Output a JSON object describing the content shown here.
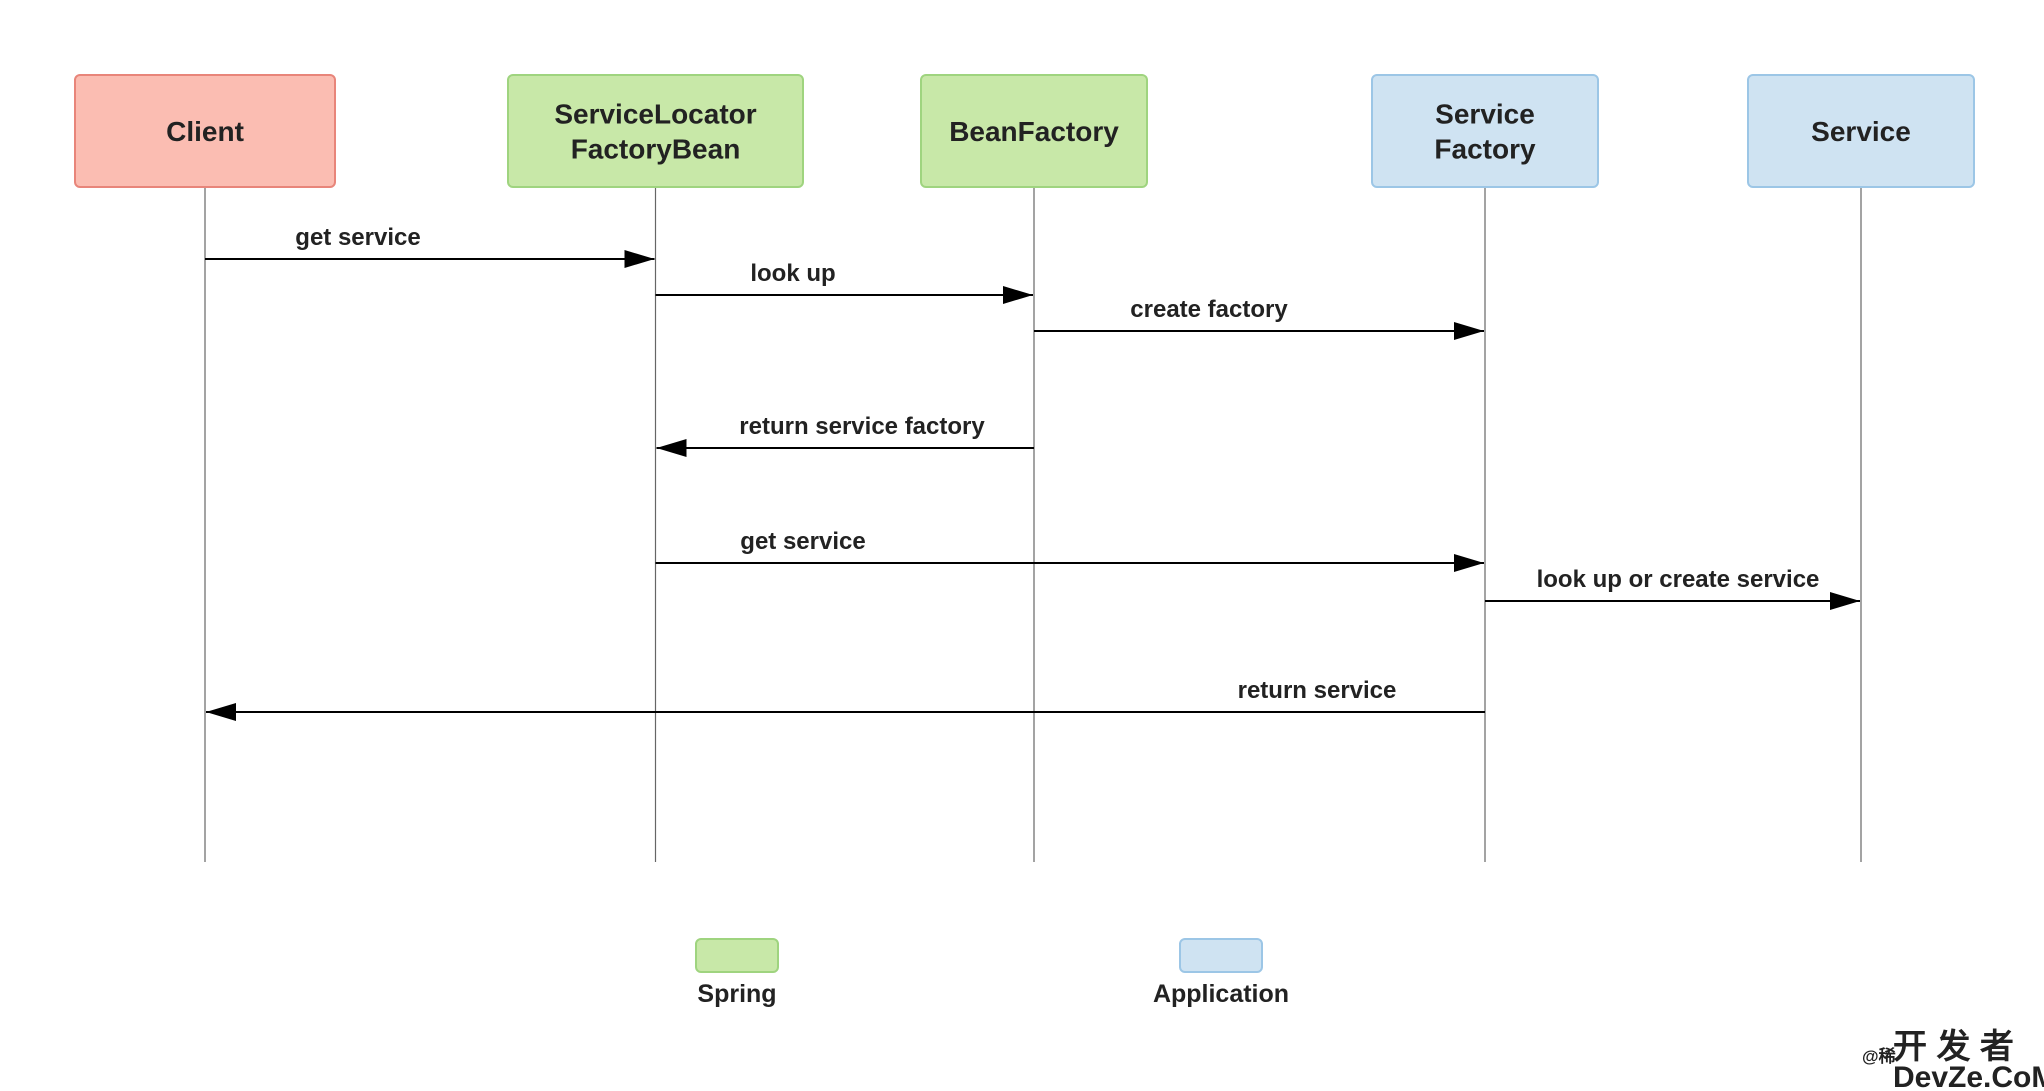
{
  "colors": {
    "spring_fill": "#c8e8a8",
    "spring_stroke": "#9fd47f",
    "app_fill": "#cfe3f2",
    "app_stroke": "#9cc6e6",
    "client_fill": "#fbbdb2",
    "client_stroke": "#e8857a",
    "line": "#000000",
    "lifeline": "#666666"
  },
  "participants": [
    {
      "id": "client",
      "lines": [
        "Client"
      ],
      "group": "client"
    },
    {
      "id": "locator",
      "lines": [
        "ServiceLocator",
        "FactoryBean"
      ],
      "group": "spring"
    },
    {
      "id": "beanfactory",
      "lines": [
        "BeanFactory"
      ],
      "group": "spring"
    },
    {
      "id": "servicefactory",
      "lines": [
        "Service",
        "Factory"
      ],
      "group": "application"
    },
    {
      "id": "service",
      "lines": [
        "Service"
      ],
      "group": "application"
    }
  ],
  "messages": [
    {
      "label": "get service",
      "from": "client",
      "to": "locator"
    },
    {
      "label": "look up",
      "from": "locator",
      "to": "beanfactory"
    },
    {
      "label": "create factory",
      "from": "beanfactory",
      "to": "servicefactory"
    },
    {
      "label": "return service factory",
      "from": "beanfactory",
      "to": "locator"
    },
    {
      "label": "get service",
      "from": "locator",
      "to": "servicefactory"
    },
    {
      "label": "look up or create service",
      "from": "servicefactory",
      "to": "service"
    },
    {
      "label": "return service",
      "from": "servicefactory",
      "to": "client"
    }
  ],
  "legend": [
    {
      "label": "Spring",
      "group": "spring"
    },
    {
      "label": "Application",
      "group": "application"
    }
  ],
  "watermark": {
    "prefix": "@稀",
    "chinese": "开 发 者",
    "latin": "DevZe.CoM"
  }
}
